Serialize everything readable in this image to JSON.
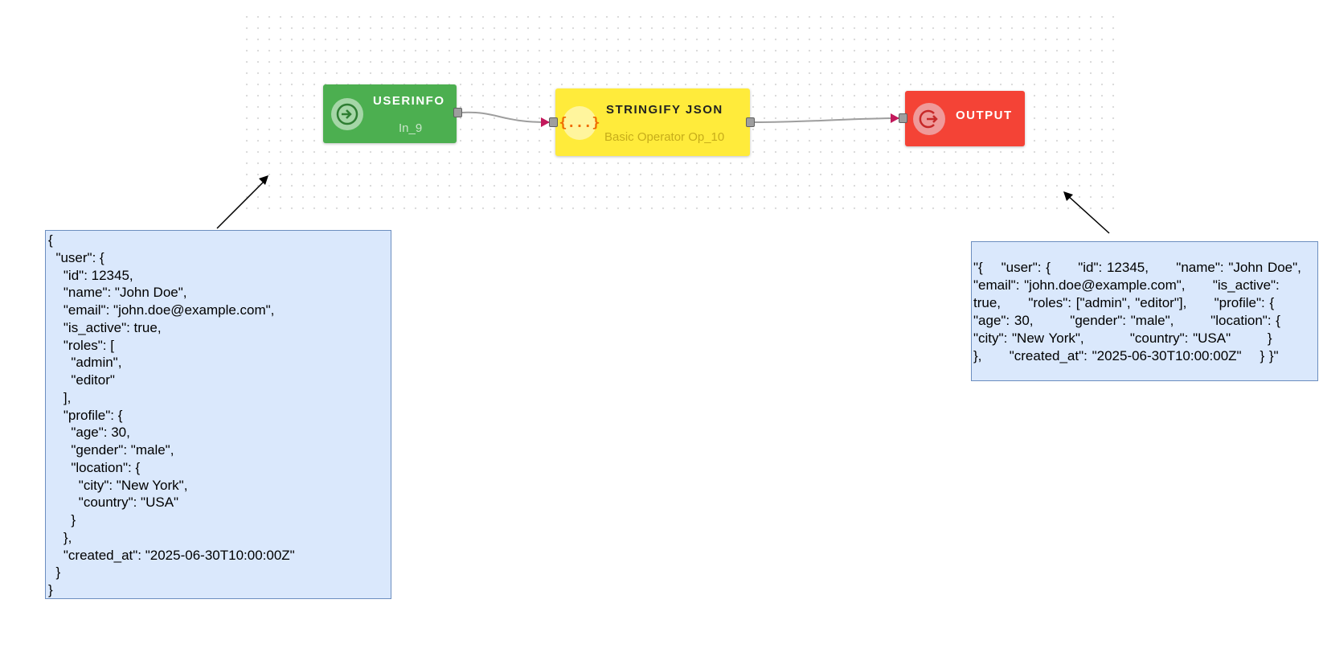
{
  "nodes": {
    "userinfo": {
      "title": "USERINFO",
      "subtitle": "In_9",
      "icon": "login-icon",
      "color": "#4caf50"
    },
    "stringify": {
      "title": "STRINGIFY JSON",
      "subtitle": "Basic Operator Op_10",
      "icon": "braces-icon",
      "icon_glyph": "{...}",
      "color": "#ffeb3b"
    },
    "output": {
      "title": "OUTPUT",
      "icon": "logout-icon",
      "color": "#f44336"
    }
  },
  "notes": {
    "input_json": "{\n  \"user\": {\n    \"id\": 12345,\n    \"name\": \"John Doe\",\n    \"email\": \"john.doe@example.com\",\n    \"is_active\": true,\n    \"roles\": [\n      \"admin\",\n      \"editor\"\n    ],\n    \"profile\": {\n      \"age\": 30,\n      \"gender\": \"male\",\n      \"location\": {\n        \"city\": \"New York\",\n        \"country\": \"USA\"\n      }\n    },\n    \"created_at\": \"2025-06-30T10:00:00Z\"\n  }\n}",
    "output_string": "\"{    \"user\": {      \"id\": 12345,      \"name\": \"John Doe\",      \"email\": \"john.doe@example.com\",      \"is_active\": true,      \"roles\": [\"admin\", \"editor\"],      \"profile\": {        \"age\": 30,        \"gender\": \"male\",        \"location\": {          \"city\": \"New York\",          \"country\": \"USA\"        }      },      \"created_at\": \"2025-06-30T10:00:00Z\"    } }\""
  },
  "colors": {
    "note_fill": "#dae8fc",
    "note_border": "#6c8ebf",
    "edge": "#9e9e9e",
    "arrowhead": "#c2185b"
  }
}
